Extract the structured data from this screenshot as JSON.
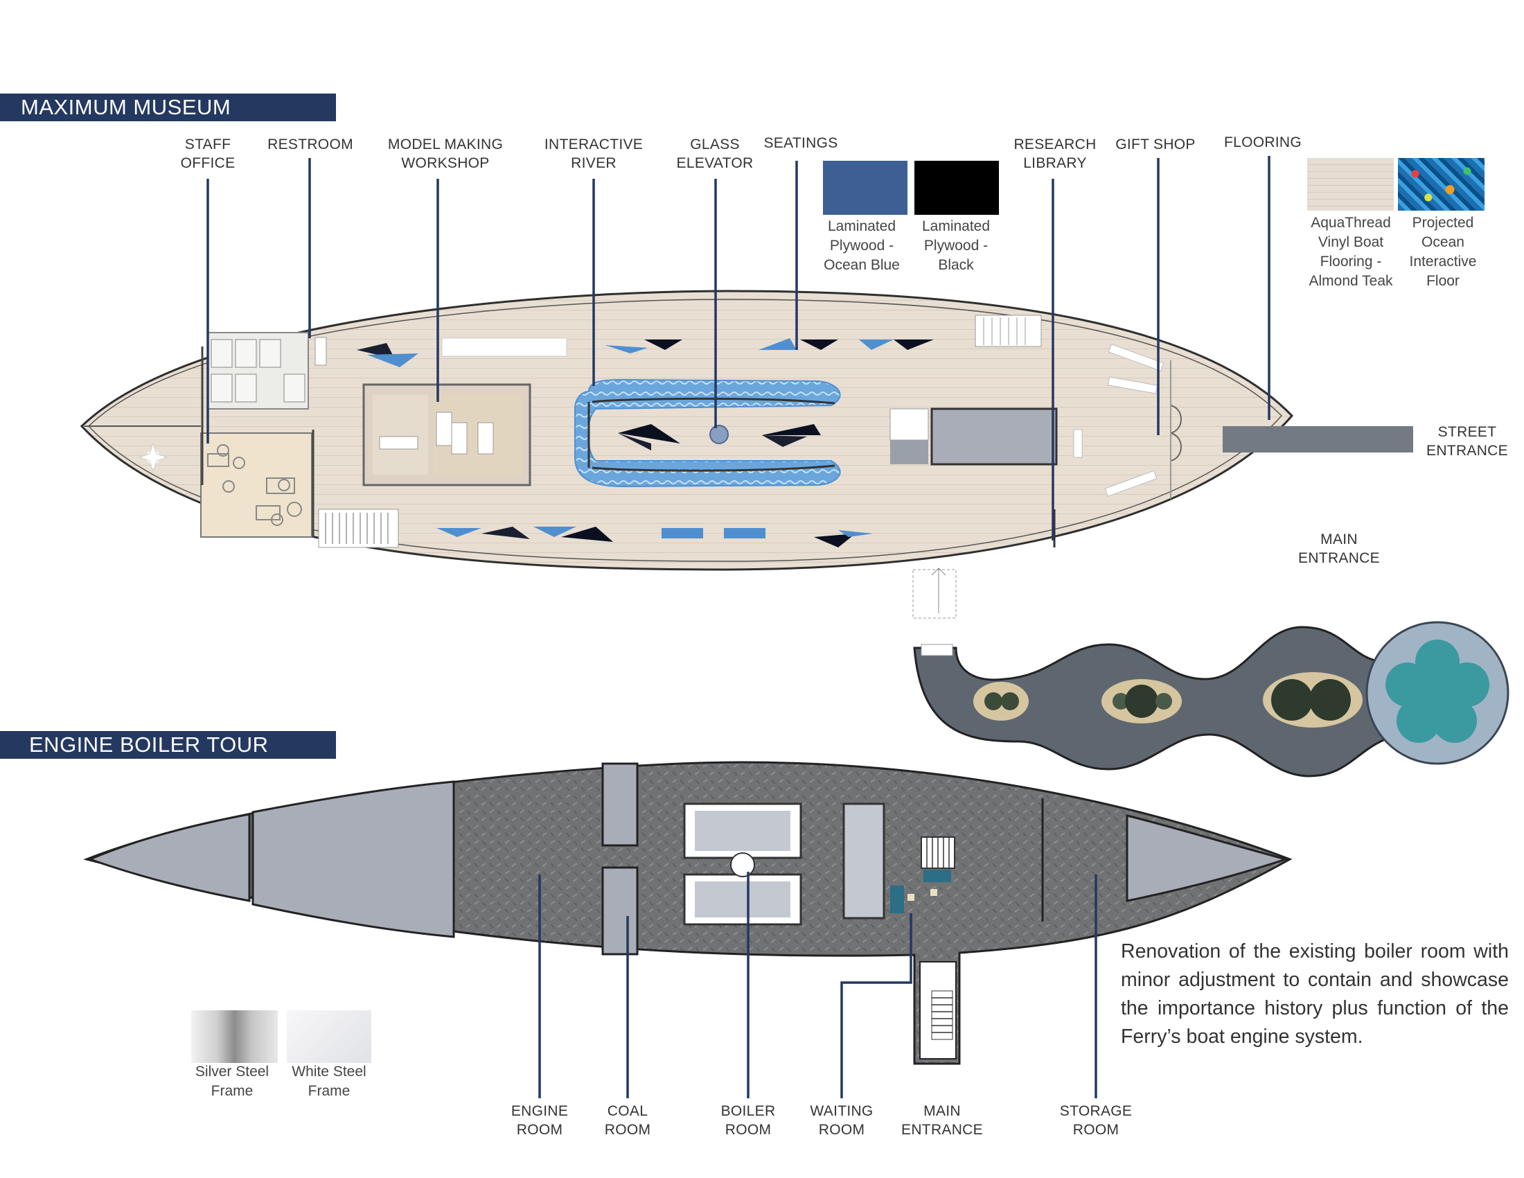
{
  "colors": {
    "banner": "#243860",
    "leader_line": "#243860",
    "deck_wood": "#e8ded2",
    "hull_outline": "#333333",
    "water_blue": "#4f8fd0",
    "steel_gray": "#707274",
    "ramp_gray": "#5e6670",
    "fountain_teal": "#3a9aa0",
    "ocean_blue_swatch": "#3d5f93",
    "black_swatch": "#000000"
  },
  "museum": {
    "title": "MAXIMUM MUSEUM",
    "labels": {
      "staff_office": [
        "STAFF",
        "OFFICE"
      ],
      "restroom": [
        "RESTROOM"
      ],
      "model_workshop": [
        "MODEL MAKING",
        "WORKSHOP"
      ],
      "interactive_river": [
        "INTERACTIVE",
        "RIVER"
      ],
      "glass_elevator": [
        "GLASS",
        "ELEVATOR"
      ],
      "seatings": [
        "SEATINGS"
      ],
      "research_library": [
        "RESEARCH",
        "LIBRARY"
      ],
      "gift_shop": [
        "GIFT SHOP"
      ],
      "flooring": [
        "FLOORING"
      ],
      "street_entrance": [
        "STREET",
        "ENTRANCE"
      ],
      "main_entrance": [
        "MAIN",
        "ENTRANCE"
      ]
    },
    "materials": {
      "ocean_blue": [
        "Laminated",
        "Plywood -",
        "Ocean Blue"
      ],
      "black": [
        "Laminated",
        "Plywood -",
        "Black"
      ],
      "teak": [
        "AquaThread",
        "Vinyl Boat",
        "Flooring -",
        "Almond Teak"
      ],
      "projected": [
        "Projected",
        "Ocean",
        "Interactive",
        "Floor"
      ]
    }
  },
  "boiler": {
    "title": "ENGINE BOILER TOUR",
    "labels": {
      "engine_room": [
        "ENGINE",
        "ROOM"
      ],
      "coal_room": [
        "COAL",
        "ROOM"
      ],
      "boiler_room": [
        "BOILER",
        "ROOM"
      ],
      "waiting_room": [
        "WAITING",
        "ROOM"
      ],
      "main_entrance": [
        "MAIN",
        "ENTRANCE"
      ],
      "storage_room": [
        "STORAGE",
        "ROOM"
      ]
    },
    "materials": {
      "silver": [
        "Silver Steel",
        "Frame"
      ],
      "white": [
        "White Steel",
        "Frame"
      ]
    },
    "description": "Renovation of the existing boiler room with minor adjustment to contain and showcase the importance history plus function of the Ferry’s boat engine system."
  }
}
